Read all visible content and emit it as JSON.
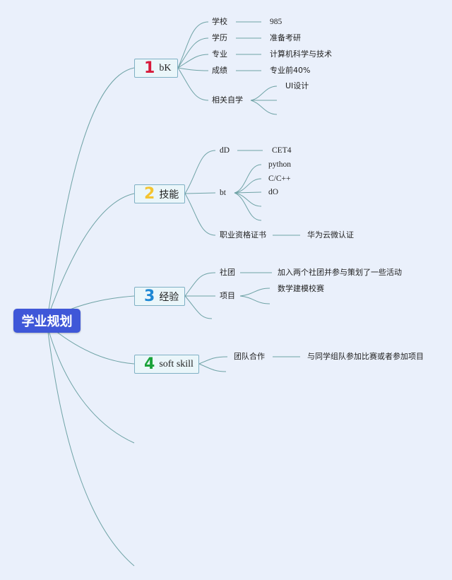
{
  "root": {
    "label": "学业规划"
  },
  "branches": [
    {
      "num": "1",
      "num_color": "#d71b3b",
      "label": "bK",
      "items": [
        {
          "label": "学校",
          "value": "985"
        },
        {
          "label": "学历",
          "value": "准备考研"
        },
        {
          "label": "专业",
          "value": "计算机科学与技术"
        },
        {
          "label": "成绩",
          "value": "专业前40%"
        },
        {
          "label": "相关自学",
          "values": [
            "UI设计"
          ]
        }
      ]
    },
    {
      "num": "2",
      "num_color": "#f4c430",
      "label": "技能",
      "items": [
        {
          "label": "dD",
          "value": "CET4"
        },
        {
          "label": "bt",
          "values": [
            "python",
            "C/C++",
            "dO"
          ]
        },
        {
          "label": "职业资格证书",
          "value": "华为云微认证"
        }
      ]
    },
    {
      "num": "3",
      "num_color": "#1e88d4",
      "label": "经验",
      "items": [
        {
          "label": "社团",
          "value": "加入两个社团并参与策划了一些活动"
        },
        {
          "label": "项目",
          "values": [
            "数学建模校赛"
          ]
        }
      ]
    },
    {
      "num": "4",
      "num_color": "#1aa33a",
      "label": "soft skill",
      "items": [
        {
          "label": "团队合作",
          "value": "与同学组队参加比赛或者参加项目"
        }
      ]
    }
  ]
}
